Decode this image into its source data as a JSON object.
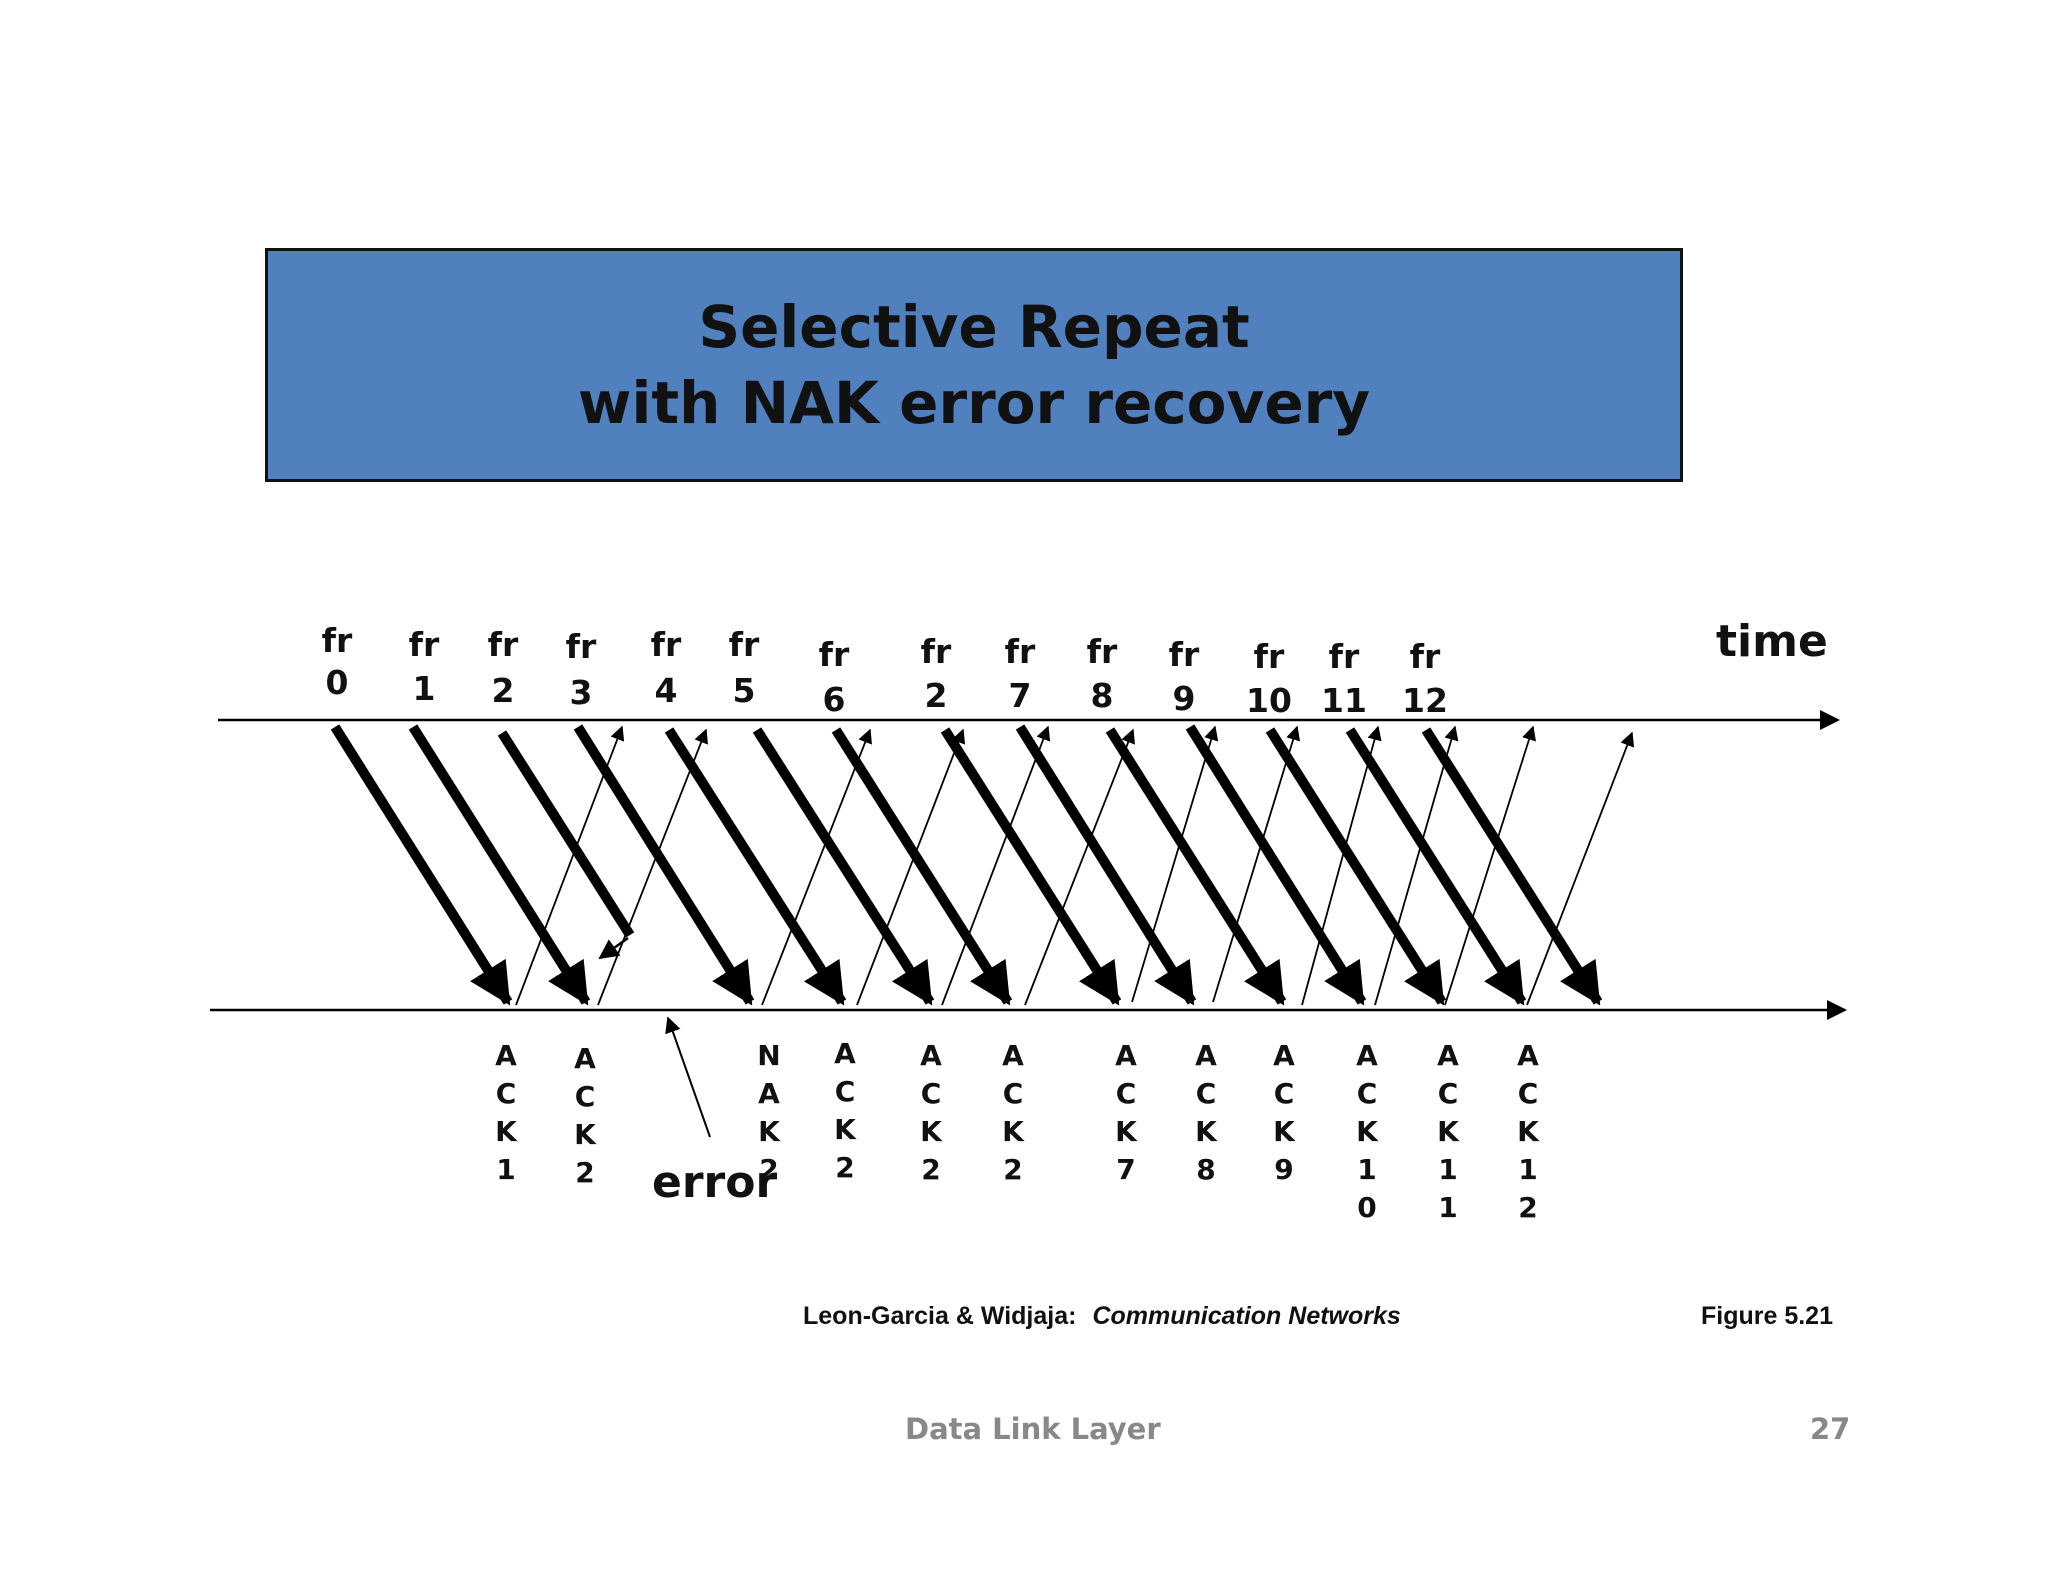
{
  "title": {
    "line1": "Selective Repeat",
    "line2": "with NAK error recovery"
  },
  "diagram": {
    "time_label": "time",
    "error_label": "error",
    "frames": [
      {
        "prefix": "fr",
        "number": "0"
      },
      {
        "prefix": "fr",
        "number": "1"
      },
      {
        "prefix": "fr",
        "number": "2"
      },
      {
        "prefix": "fr",
        "number": "3"
      },
      {
        "prefix": "fr",
        "number": "4"
      },
      {
        "prefix": "fr",
        "number": "5"
      },
      {
        "prefix": "fr",
        "number": "6"
      },
      {
        "prefix": "fr",
        "number": "2"
      },
      {
        "prefix": "fr",
        "number": "7"
      },
      {
        "prefix": "fr",
        "number": "8"
      },
      {
        "prefix": "fr",
        "number": "9"
      },
      {
        "prefix": "fr",
        "number": "10"
      },
      {
        "prefix": "fr",
        "number": "11"
      },
      {
        "prefix": "fr",
        "number": "12"
      }
    ],
    "responses": [
      [
        "A",
        "C",
        "K",
        "1"
      ],
      [
        "A",
        "C",
        "K",
        "2"
      ],
      [
        "N",
        "A",
        "K",
        "2"
      ],
      [
        "A",
        "C",
        "K",
        "2"
      ],
      [
        "A",
        "C",
        "K",
        "2"
      ],
      [
        "A",
        "C",
        "K",
        "2"
      ],
      [
        "A",
        "C",
        "K",
        "7"
      ],
      [
        "A",
        "C",
        "K",
        "8"
      ],
      [
        "A",
        "C",
        "K",
        "9"
      ],
      [
        "A",
        "C",
        "K",
        "1",
        "0"
      ],
      [
        "A",
        "C",
        "K",
        "1",
        "1"
      ],
      [
        "A",
        "C",
        "K",
        "1",
        "2"
      ]
    ]
  },
  "citation": {
    "authors": "Leon-Garcia & Widjaja:",
    "book": "Communication Networks"
  },
  "figure": "Figure 5.21",
  "footer": {
    "title": "Data Link Layer",
    "page": "27"
  }
}
